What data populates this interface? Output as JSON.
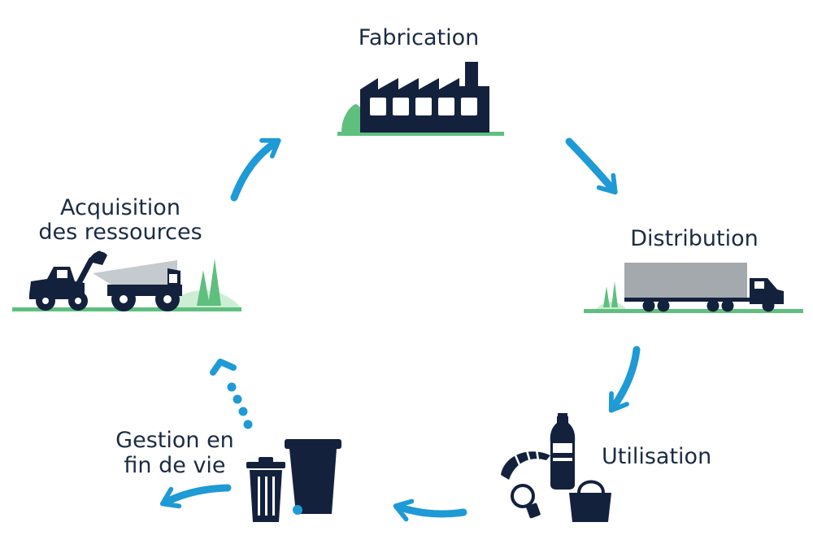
{
  "stages": {
    "fabrication": {
      "label": "Fabrication"
    },
    "distribution": {
      "label": "Distribution"
    },
    "utilisation": {
      "label": "Utilisation"
    },
    "end_of_life": {
      "line1": "Gestion en",
      "line2": "fin de vie"
    },
    "acquisition": {
      "line1": "Acquisition",
      "line2": "des ressources"
    }
  },
  "colors": {
    "navy": "#14213d",
    "arrow_blue": "#1e9ad6",
    "green": "#5fbf7f",
    "light_green": "#cdeed5",
    "grey": "#a3a9ad",
    "light_grey": "#c4cacd"
  },
  "icons": [
    "factory-icon",
    "truck-icon",
    "consumer-products-icon",
    "trash-bins-icon",
    "mining-vehicles-icon"
  ]
}
